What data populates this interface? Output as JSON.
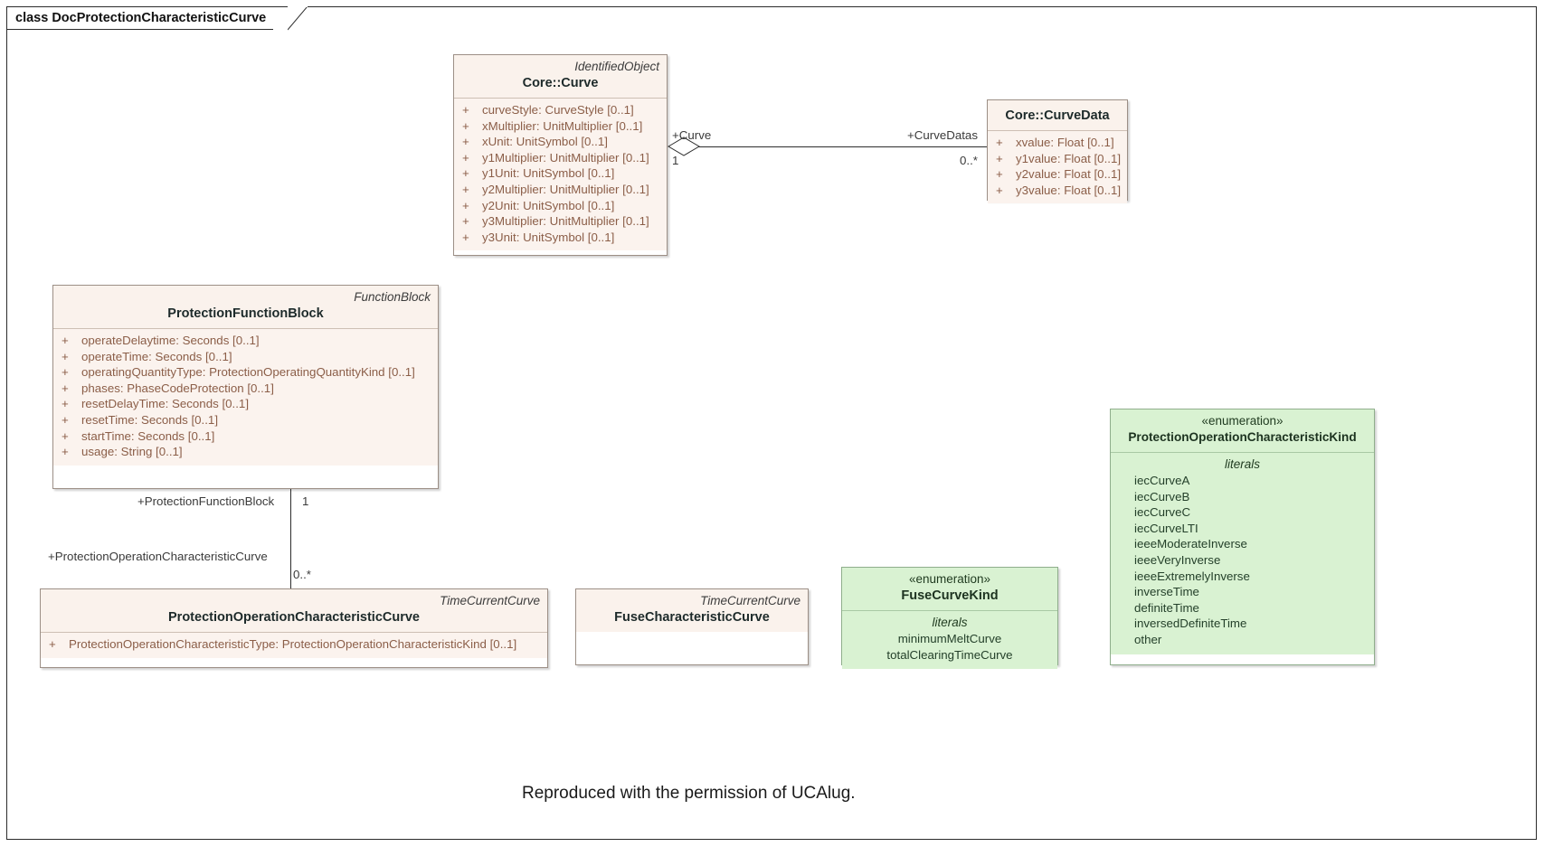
{
  "diagram": {
    "tab_label": "class DocProtectionCharacteristicCurve",
    "footer": "Reproduced with the permission of UCAlug."
  },
  "classes": {
    "curve": {
      "stereotype": "IdentifiedObject",
      "name": "Core::Curve",
      "attributes": [
        {
          "visibility": "+",
          "text": "curveStyle: CurveStyle [0..1]"
        },
        {
          "visibility": "+",
          "text": "xMultiplier: UnitMultiplier [0..1]"
        },
        {
          "visibility": "+",
          "text": "xUnit: UnitSymbol [0..1]"
        },
        {
          "visibility": "+",
          "text": "y1Multiplier: UnitMultiplier [0..1]"
        },
        {
          "visibility": "+",
          "text": "y1Unit: UnitSymbol [0..1]"
        },
        {
          "visibility": "+",
          "text": "y2Multiplier: UnitMultiplier [0..1]"
        },
        {
          "visibility": "+",
          "text": "y2Unit: UnitSymbol [0..1]"
        },
        {
          "visibility": "+",
          "text": "y3Multiplier: UnitMultiplier [0..1]"
        },
        {
          "visibility": "+",
          "text": "y3Unit: UnitSymbol [0..1]"
        }
      ]
    },
    "curvedata": {
      "name": "Core::CurveData",
      "attributes": [
        {
          "visibility": "+",
          "text": "xvalue: Float [0..1]"
        },
        {
          "visibility": "+",
          "text": "y1value: Float [0..1]"
        },
        {
          "visibility": "+",
          "text": "y2value: Float [0..1]"
        },
        {
          "visibility": "+",
          "text": "y3value: Float [0..1]"
        }
      ]
    },
    "functionblock": {
      "stereotype": "FunctionBlock",
      "name": "ProtectionFunctionBlock",
      "attributes": [
        {
          "visibility": "+",
          "text": "operateDelaytime: Seconds [0..1]"
        },
        {
          "visibility": "+",
          "text": "operateTime: Seconds [0..1]"
        },
        {
          "visibility": "+",
          "text": "operatingQuantityType: ProtectionOperatingQuantityKind [0..1]"
        },
        {
          "visibility": "+",
          "text": "phases: PhaseCodeProtection [0..1]"
        },
        {
          "visibility": "+",
          "text": "resetDelayTime: Seconds [0..1]"
        },
        {
          "visibility": "+",
          "text": "resetTime: Seconds [0..1]"
        },
        {
          "visibility": "+",
          "text": "startTime: Seconds [0..1]"
        },
        {
          "visibility": "+",
          "text": "usage: String [0..1]"
        }
      ]
    },
    "occurve": {
      "stereotype": "TimeCurrentCurve",
      "name": "ProtectionOperationCharacteristicCurve",
      "attributes": [
        {
          "visibility": "+",
          "text": "ProtectionOperationCharacteristicType: ProtectionOperationCharacteristicKind [0..1]"
        }
      ]
    },
    "fusecurve": {
      "stereotype": "TimeCurrentCurve",
      "name": "FuseCharacteristicCurve",
      "attributes": []
    }
  },
  "enumerations": {
    "fusecurvekind": {
      "stereotype": "«enumeration»",
      "name": "FuseCurveKind",
      "literals_title": "literals",
      "literals": [
        "minimumMeltCurve",
        "totalClearingTimeCurve"
      ]
    },
    "protectionkind": {
      "stereotype": "«enumeration»",
      "name": "ProtectionOperationCharacteristicKind",
      "literals_title": "literals",
      "literals": [
        "iecCurveA",
        "iecCurveB",
        "iecCurveC",
        "iecCurveLTI",
        "ieeeModerateInverse",
        "ieeeVeryInverse",
        "ieeeExtremelyInverse",
        "inverseTime",
        "definiteTime",
        "inversedDefiniteTime",
        "other"
      ]
    }
  },
  "associations": {
    "curve_curvedata": {
      "source_role": "+Curve",
      "source_mult": "1",
      "target_role": "+CurveDatas",
      "target_mult": "0..*"
    },
    "fb_occurve": {
      "source_role": "+ProtectionFunctionBlock",
      "source_mult": "1",
      "target_role": "+ProtectionOperationCharacteristicCurve",
      "target_mult": "0..*"
    }
  },
  "colors": {
    "class_fill": "#fbf3ee",
    "class_header": "#faf2ec",
    "class_border": "#9c8f86",
    "attr_text": "#8b5e48",
    "enum_fill": "#d9f2d2",
    "enum_border": "#8fae8c",
    "line": "#2d2d2d"
  }
}
